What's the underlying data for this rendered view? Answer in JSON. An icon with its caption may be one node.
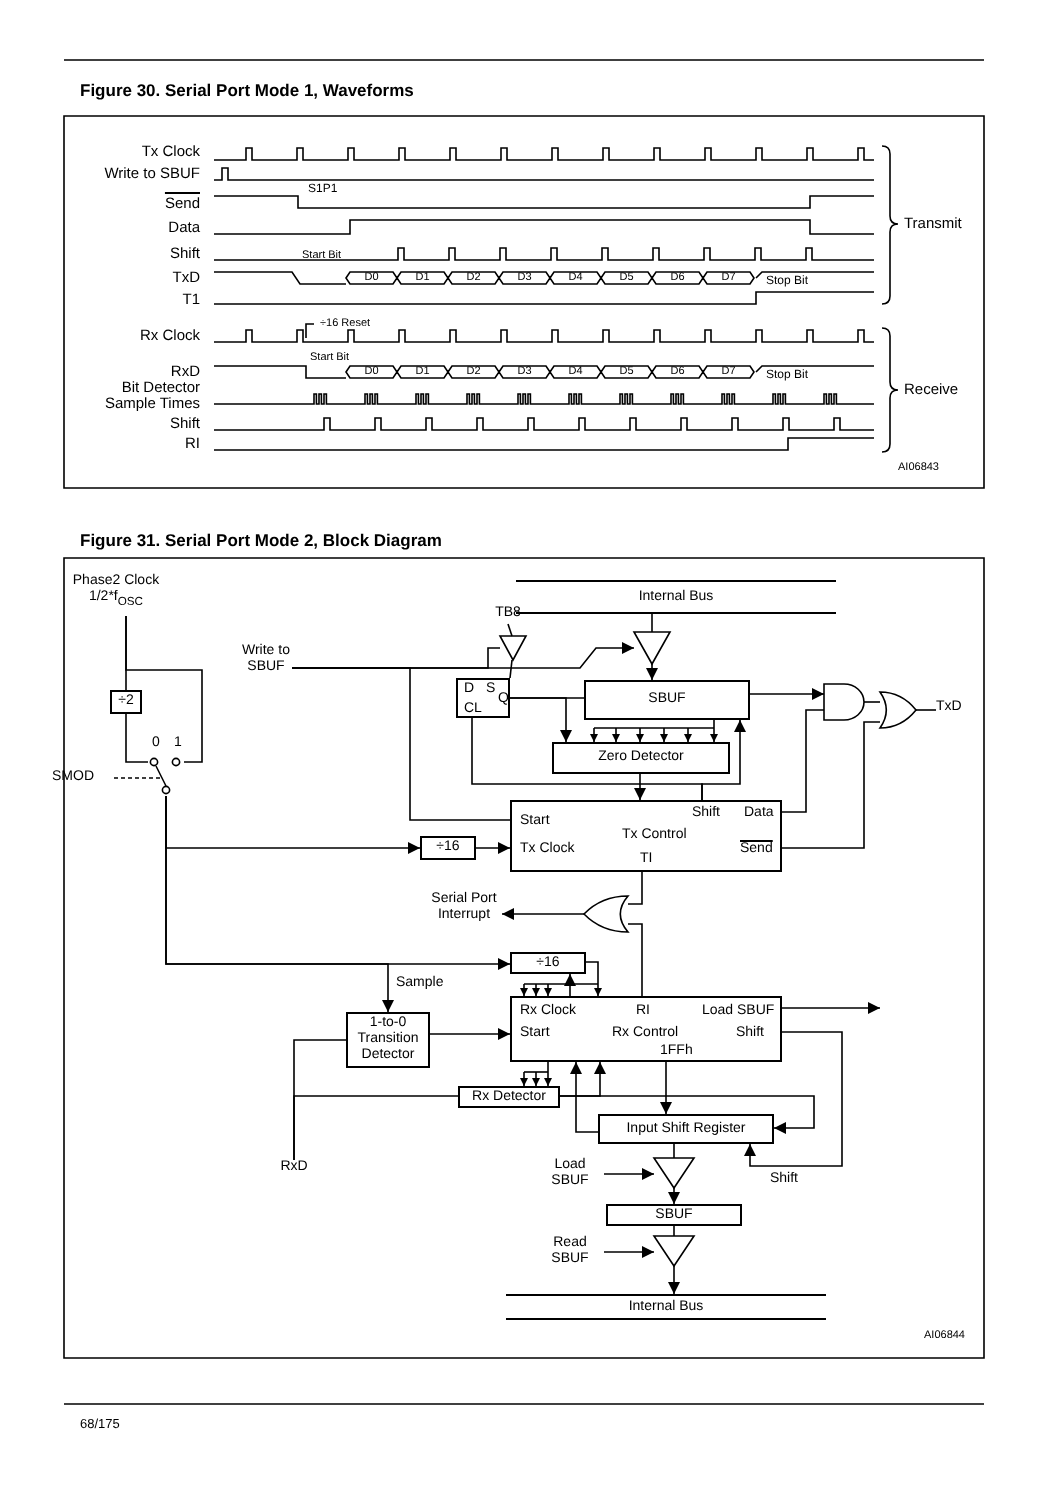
{
  "diagram": {
    "nodes": [
      {
        "text": [
          "Phase2 Clock 1/2*f$_{OSC}$"
        ]
      },
      {
        "text": [
          "÷2"
        ]
      },
      {
        "text": [],
        "shape": "switch"
      },
      {
        "text": [
          "Write to SBUF"
        ]
      },
      {
        "text": [
          "TB8"
        ]
      },
      {
        "text": [],
        "shape": "triangle"
      },
      {
        "text": [
          "D",
          "S",
          "CL",
          "Q"
        ]
      },
      {
        "text": [
          "Internal Bus"
        ]
      },
      {
        "text": [],
        "shape": "triangle"
      },
      {
        "text": [
          "SBUF"
        ]
      },
      {
        "text": [
          "Zero Detector"
        ]
      },
      {
        "text": [],
        "shape": "gate"
      },
      {
        "text": [],
        "shape": "gate"
      },
      {
        "text": [
          "TxD"
        ]
      },
      {
        "text": [
          "Start",
          "Tx Clock",
          "Tx Control",
          "TI",
          "Shift",
          "Data",
          "Send"
        ]
      },
      {
        "text": [
          "÷16"
        ]
      },
      {
        "text": [
          "Serial Port Interrupt"
        ]
      },
      {
        "text": [],
        "shape": "gate"
      },
      {
        "text": [
          "÷16"
        ]
      },
      {
        "text": [
          "1-to-0 Transition Detector"
        ]
      },
      {
        "text": [
          "Rx Clock",
          "Start",
          "RI",
          "Rx Control",
          "1FFh",
          "Load SBUF",
          "Shift"
        ]
      },
      {
        "text": [
          "Rx Detector"
        ]
      },
      {
        "text": [
          "RxD"
        ]
      },
      {
        "text": [
          "Input Shift Register"
        ]
      },
      {
        "text": [
          "Load SBUF"
        ]
      },
      {
        "text": [],
        "shape": "triangle"
      },
      {
        "text": [
          "SBUF"
        ]
      },
      {
        "text": [
          "Read SBUF"
        ]
      },
      {
        "text": [],
        "shape": "triangle"
      },
      {
        "text": [
          "Internal Bus"
        ]
      }
    ],
    "edges": [
      {
        "from": 0,
        "to": 1,
        "arrow": "none"
      },
      {
        "from": 1,
        "to": 2,
        "arrow": "none"
      },
      {
        "from": 0,
        "to": 2,
        "arrow": "none"
      },
      {
        "from": 2,
        "to": 15,
        "arrow": "to"
      },
      {
        "from": 2,
        "to": 18,
        "arrow": "to"
      },
      {
        "from": 2,
        "to": 19,
        "arrow": "to",
        "label": "Sample"
      },
      {
        "from": 15,
        "to": 14,
        "arrow": "to"
      },
      {
        "from": 3,
        "to": 8,
        "arrow": "to"
      },
      {
        "from": 3,
        "to": 5,
        "arrow": "none"
      },
      {
        "from": 3,
        "to": 14,
        "arrow": "none"
      },
      {
        "from": 4,
        "to": 5,
        "arrow": "none"
      },
      {
        "from": 5,
        "to": 6,
        "arrow": "none"
      },
      {
        "from": 7,
        "to": 8,
        "arrow": "none"
      },
      {
        "from": 8,
        "to": 9,
        "arrow": "to"
      },
      {
        "from": 6,
        "to": 9,
        "arrow": "none"
      },
      {
        "from": 6,
        "to": 10,
        "arrow": "to"
      },
      {
        "from": 9,
        "to": 10,
        "arrow": "to"
      },
      {
        "from": 9,
        "to": 11,
        "arrow": "to"
      },
      {
        "from": 10,
        "to": 14,
        "arrow": "to"
      },
      {
        "from": 14,
        "to": 9,
        "arrow": "to"
      },
      {
        "from": 14,
        "to": 6,
        "arrow": "none"
      },
      {
        "from": 14,
        "to": 11,
        "arrow": "none"
      },
      {
        "from": 14,
        "to": 12,
        "arrow": "none"
      },
      {
        "from": 11,
        "to": 12,
        "arrow": "none"
      },
      {
        "from": 12,
        "to": 13,
        "arrow": "none"
      },
      {
        "from": 14,
        "to": 17,
        "arrow": "none"
      },
      {
        "from": 20,
        "to": 17,
        "arrow": "none"
      },
      {
        "from": 17,
        "to": 16,
        "arrow": "to"
      },
      {
        "from": 18,
        "to": 20,
        "arrow": "to"
      },
      {
        "from": 20,
        "to": 18,
        "arrow": "to"
      },
      {
        "from": 19,
        "to": 20,
        "arrow": "to"
      },
      {
        "from": 22,
        "to": 19,
        "arrow": "none"
      },
      {
        "from": 22,
        "to": 21,
        "arrow": "none"
      },
      {
        "from": 20,
        "to": 21,
        "arrow": "to"
      },
      {
        "from": 21,
        "to": 23,
        "arrow": "to"
      },
      {
        "from": 23,
        "to": 20,
        "arrow": "to"
      },
      {
        "from": 21,
        "to": 20,
        "arrow": "to"
      },
      {
        "from": 20,
        "to": 23,
        "arrow": "to"
      },
      {
        "from": 20,
        "to": 23,
        "arrow": "to",
        "label": "Shift"
      },
      {
        "from": 20,
        "to": null,
        "arrow": "to"
      },
      {
        "from": 23,
        "to": 25,
        "arrow": "none"
      },
      {
        "from": 24,
        "to": 25,
        "arrow": "to"
      },
      {
        "from": 25,
        "to": 26,
        "arrow": "to"
      },
      {
        "from": 26,
        "to": 28,
        "arrow": "none"
      },
      {
        "from": 27,
        "to": 28,
        "arrow": "to"
      },
      {
        "from": 28,
        "to": 29,
        "arrow": "to"
      }
    ],
    "labels": [
      "Figure 30. Serial Port Mode 1, Waveforms",
      "Tx Clock",
      "Write to SBUF",
      "Send",
      "S1P1",
      "Data",
      "Shift",
      "Start Bit",
      "TxD",
      "D0",
      "D1",
      "D2",
      "D3",
      "D4",
      "D5",
      "D6",
      "D7",
      "Stop Bit",
      "T1",
      "Transmit",
      "÷16 Reset",
      "Rx Clock",
      "Start Bit",
      "RxD",
      "D0",
      "D1",
      "D2",
      "D3",
      "D4",
      "D5",
      "D6",
      "D7",
      "Stop Bit",
      "Bit Detector Sample Times",
      "Shift",
      "RI",
      "Receive",
      "AI06843",
      "Figure 31. Serial Port Mode 2, Block Diagram",
      "0",
      "1",
      "SMOD",
      "AI06844",
      "68/175"
    ]
  }
}
